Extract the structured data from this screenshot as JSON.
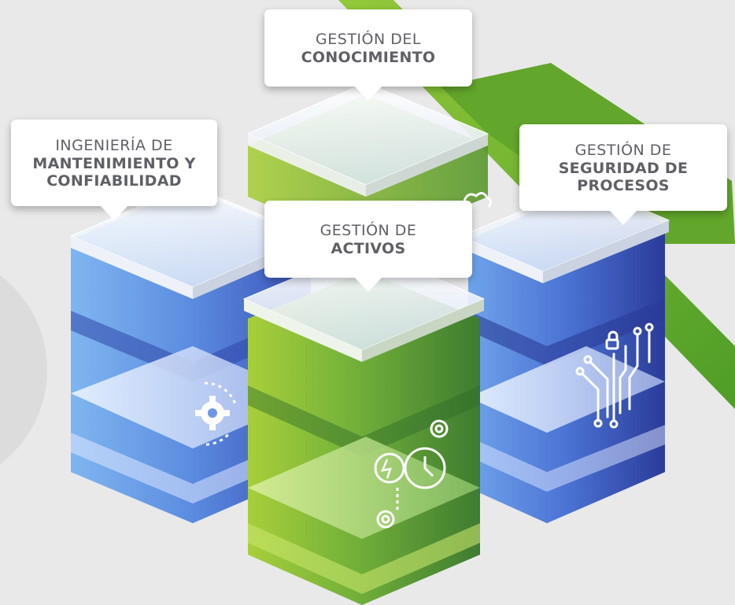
{
  "callouts": {
    "knowledge": {
      "line1": "GESTIÓN DEL",
      "line2": "CONOCIMIENTO"
    },
    "maintenance": {
      "line1": "INGENIERÍA DE",
      "line2": "MANTENIMIENTO Y\nCONFIABILIDAD"
    },
    "process_safety": {
      "line1": "GESTIÓN DE",
      "line2": "SEGURIDAD DE\nPROCESOS"
    },
    "assets": {
      "line1": "GESTIÓN DE",
      "line2": "ACTIVOS"
    }
  },
  "icons": {
    "knowledge": "brain-icon",
    "maintenance": "gear-icon",
    "process_safety": "circuit-lock-icon",
    "assets": "gears-clock-icon"
  },
  "colors": {
    "background": "#e9e9ea",
    "ribbon_green": "#7bbf2c",
    "cube_blue": "#4f6fd6",
    "cube_blue_dark": "#2f3f9e",
    "cube_green": "#6fae3c",
    "cube_green_dark": "#3d7a32",
    "label_text": "#5f6066"
  }
}
